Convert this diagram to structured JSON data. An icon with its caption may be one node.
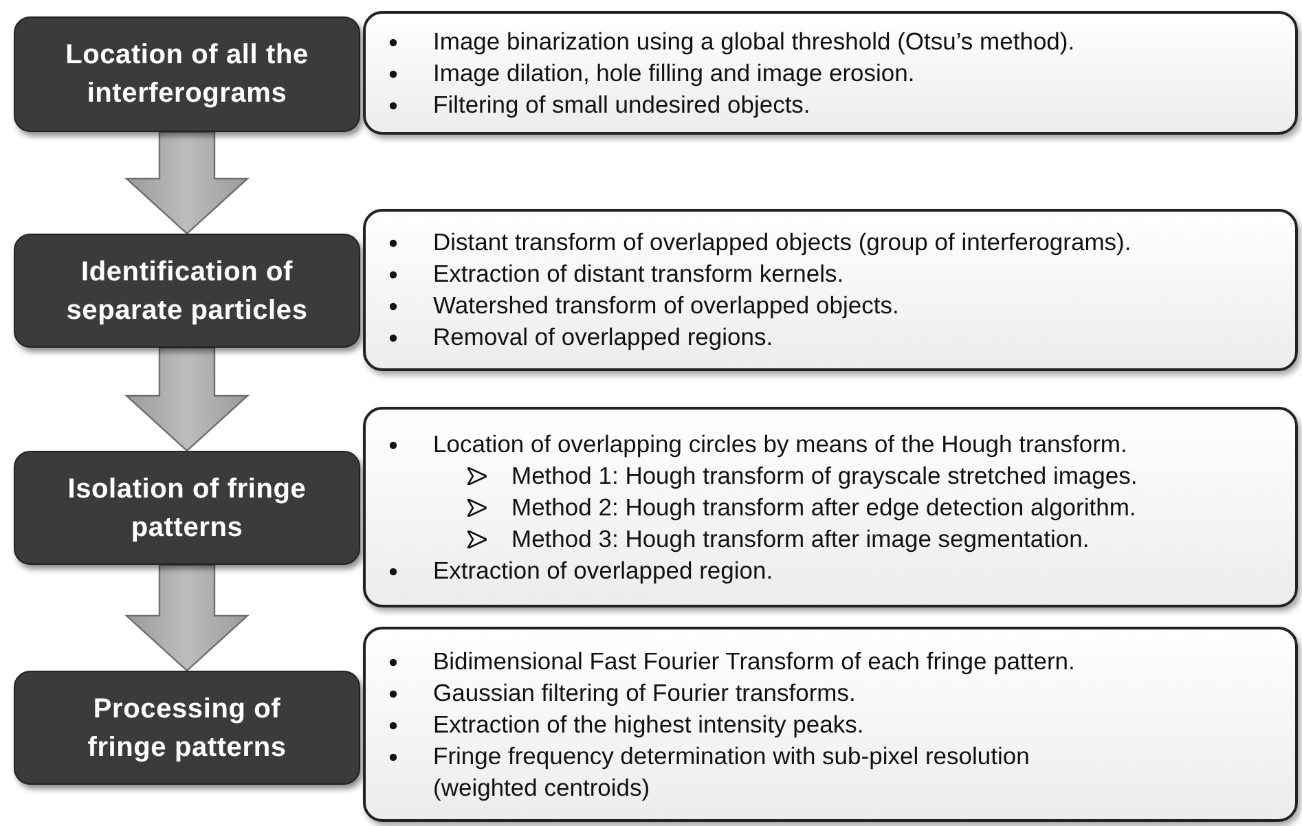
{
  "diagram": {
    "nodes": [
      {
        "text": [
          "Location of all the interferograms"
        ]
      },
      {
        "text": [
          "Identification of separate particles"
        ]
      },
      {
        "text": [
          "Isolation of fringe patterns"
        ]
      },
      {
        "text": [
          "Processing of fringe patterns"
        ]
      },
      {
        "text": [
          "Image binarization using a global threshold (Otsu’s method).",
          "Image dilation, hole filling and image erosion.",
          "Filtering of small undesired objects."
        ]
      },
      {
        "text": [
          "Distant transform of overlapped objects (group of interferograms).",
          "Extraction of distant transform kernels.",
          "Watershed transform of overlapped objects.",
          "Removal of overlapped regions."
        ]
      },
      {
        "text": [
          "Location of overlapping circles by means of the Hough transform.",
          "Method 1: Hough transform of grayscale stretched images.",
          "Method 2: Hough transform after edge detection algorithm.",
          "Method 3: Hough transform after image segmentation.",
          "Extraction of overlapped region."
        ]
      },
      {
        "text": [
          "Bidimensional Fast Fourier Transform of each fringe pattern.",
          "Gaussian filtering of Fourier transforms.",
          "Extraction of the highest intensity peaks.",
          "Fringe frequency determination with sub-pixel resolution (weighted centroids)"
        ]
      }
    ],
    "edges": [
      {
        "from": 0,
        "to": 1,
        "arrow": "to"
      },
      {
        "from": 1,
        "to": 2,
        "arrow": "to"
      },
      {
        "from": 2,
        "to": 3,
        "arrow": "to"
      }
    ]
  }
}
